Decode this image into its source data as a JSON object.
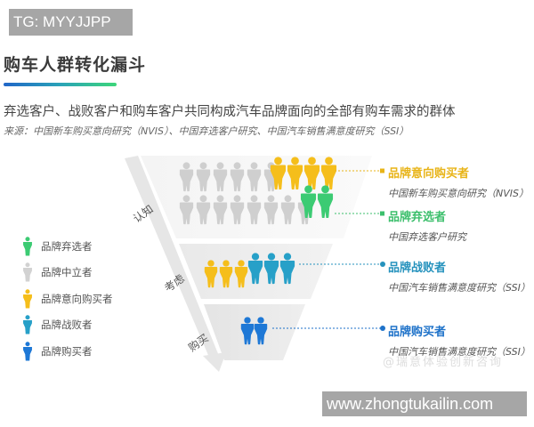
{
  "badges": {
    "top_left": "TG: MYYJJPP",
    "bottom_right": "www.zhongtukailin.com"
  },
  "header": {
    "title": "购车人群转化漏斗",
    "underline_gradient": [
      "#2166c8",
      "#3dd67a"
    ],
    "subtitle": "弃选客户、战败客户和购车客户共同构成汽车品牌面向的全部有购车需求的群体",
    "source": "来源：中国新车购买意向研究（NVIS）、中国弃选客户研究、中国汽车销售满意度研究（SSI）"
  },
  "colors": {
    "abandoner": "#3ccb73",
    "neutral": "#cfcfcf",
    "intender": "#f5be1b",
    "defeated": "#27a0c8",
    "buyer": "#1e78d6",
    "arrow": "#e4e4e4",
    "tier_bg": "#efefef"
  },
  "funnel": {
    "stages": [
      {
        "label": "认知"
      },
      {
        "label": "考虑"
      },
      {
        "label": "购买"
      }
    ],
    "tiers": [
      {
        "name": "awareness",
        "rows": [
          {
            "neutral": 6,
            "intender": 4
          },
          {
            "neutral": 8,
            "abandoner": 2
          }
        ]
      },
      {
        "name": "consideration",
        "rows": [
          {
            "intender": 3,
            "defeated": 3
          }
        ]
      },
      {
        "name": "purchase",
        "rows": [
          {
            "buyer": 2
          }
        ]
      }
    ]
  },
  "legend": [
    {
      "key": "abandoner",
      "label": "品牌弃选者"
    },
    {
      "key": "neutral",
      "label": "品牌中立者"
    },
    {
      "key": "intender",
      "label": "品牌意向购买者"
    },
    {
      "key": "defeated",
      "label": "品牌战败者"
    },
    {
      "key": "buyer",
      "label": "品牌购买者"
    }
  ],
  "callouts": [
    {
      "title": "品牌意向购买者",
      "source": "中国新车购买意向研究（NVIS）",
      "color": "#e8b418"
    },
    {
      "title": "品牌弃选者",
      "source": "中国弃选客户研究",
      "color": "#3cbf6c"
    },
    {
      "title": "品牌战败者",
      "source": "中国汽车销售满意度研究（SSI）",
      "color": "#2592bd"
    },
    {
      "title": "品牌购买者",
      "source": "中国汽车销售满意度研究（SSI）",
      "color": "#1e72c9"
    }
  ],
  "watermark": "@瑞意体验创新咨询"
}
